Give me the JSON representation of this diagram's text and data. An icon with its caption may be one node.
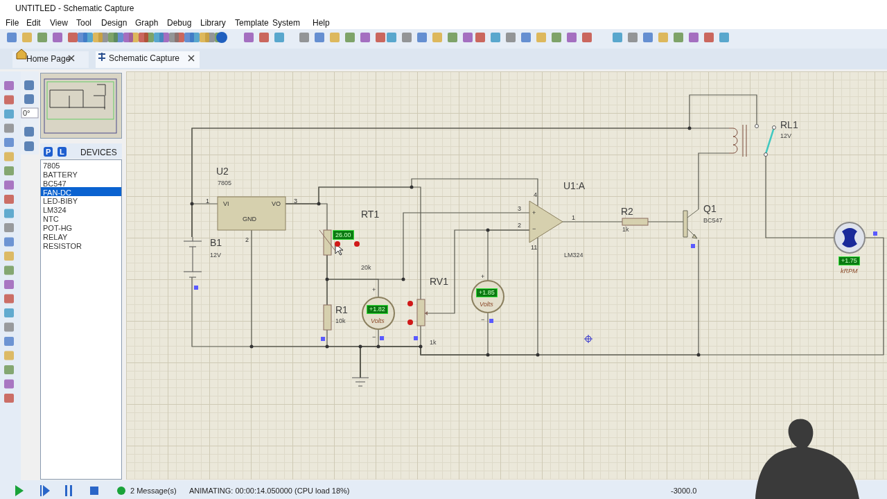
{
  "diagram": {
    "title": "UNTITLED - Schematic Capture",
    "nodes": [
      {
        "text": [
          "B1",
          "12V"
        ]
      },
      {
        "text": [
          "U2",
          "7805",
          "VI",
          "VO",
          "GND"
        ]
      },
      {
        "text": [
          "RT1",
          "20k"
        ]
      },
      {
        "text": [
          "R1",
          "10k"
        ]
      },
      {
        "text": [
          "+1.82",
          "Volts"
        ]
      },
      {
        "text": [
          "RV1",
          "1k"
        ]
      },
      {
        "text": [
          "+1.85",
          "Volts"
        ]
      },
      {
        "text": [
          "U1:A",
          "LM324"
        ]
      },
      {
        "text": [
          "R2",
          "1k"
        ]
      },
      {
        "text": [
          "Q1",
          "BC547"
        ]
      },
      {
        "text": [
          "RL1",
          "12V"
        ]
      },
      {
        "text": [
          "+1.75",
          "kRPM"
        ]
      },
      {
        "text": [],
        "shape": "ground"
      },
      {
        "text": [],
        "shape": "person"
      }
    ],
    "edges": [
      {
        "from": 0,
        "to": 1,
        "arrow": "none"
      },
      {
        "from": 1,
        "to": 2,
        "arrow": "none"
      },
      {
        "from": 2,
        "to": 3,
        "arrow": "none"
      },
      {
        "from": 3,
        "to": 4,
        "arrow": "none"
      },
      {
        "from": 2,
        "to": 7,
        "arrow": "none"
      },
      {
        "from": 1,
        "to": 7,
        "arrow": "none"
      },
      {
        "from": 1,
        "to": 5,
        "arrow": "none"
      },
      {
        "from": 5,
        "to": 7,
        "arrow": "none"
      },
      {
        "from": 6,
        "to": 7,
        "arrow": "none"
      },
      {
        "from": 7,
        "to": 8,
        "arrow": "none"
      },
      {
        "from": 8,
        "to": 9,
        "arrow": "none"
      },
      {
        "from": 9,
        "to": 10,
        "arrow": "none"
      },
      {
        "from": 0,
        "to": 10,
        "arrow": "none"
      },
      {
        "from": 0,
        "to": 10,
        "arrow": "none"
      },
      {
        "from": 10,
        "to": 11,
        "arrow": "none"
      },
      {
        "from": 0,
        "to": 12,
        "arrow": "none"
      },
      {
        "from": 1,
        "to": 12,
        "arrow": "none"
      },
      {
        "from": 3,
        "to": 12,
        "arrow": "none"
      },
      {
        "from": 4,
        "to": 12,
        "arrow": "none"
      },
      {
        "from": 5,
        "to": 12,
        "arrow": "none"
      },
      {
        "from": 6,
        "to": 12,
        "arrow": "none"
      },
      {
        "from": 7,
        "to": 12,
        "arrow": "none"
      },
      {
        "from": 9,
        "to": 12,
        "arrow": "none"
      },
      {
        "from": 11,
        "to": 12,
        "arrow": "none"
      }
    ],
    "labels": [
      "File",
      "Edit",
      "View",
      "Tool",
      "Design",
      "Graph",
      "Debug",
      "Library",
      "Template",
      "System",
      "Help",
      "Home Page",
      "Schematic Capture",
      "0°",
      "P",
      "L",
      "DEVICES",
      "7805",
      "BATTERY",
      "BC547",
      "FAN-DC",
      "LED-BIBY",
      "LM324",
      "NTC",
      "POT-HG",
      "RELAY",
      "RESISTOR",
      "1",
      "3",
      "2",
      "26.00",
      "+",
      "−",
      "+",
      "−",
      "3",
      "2",
      "1",
      "4",
      "11",
      "+",
      "−",
      "2 Message(s)",
      "ANIMATING: 00:00:14.050000 (CPU load 18%)",
      "-3000.0"
    ]
  }
}
